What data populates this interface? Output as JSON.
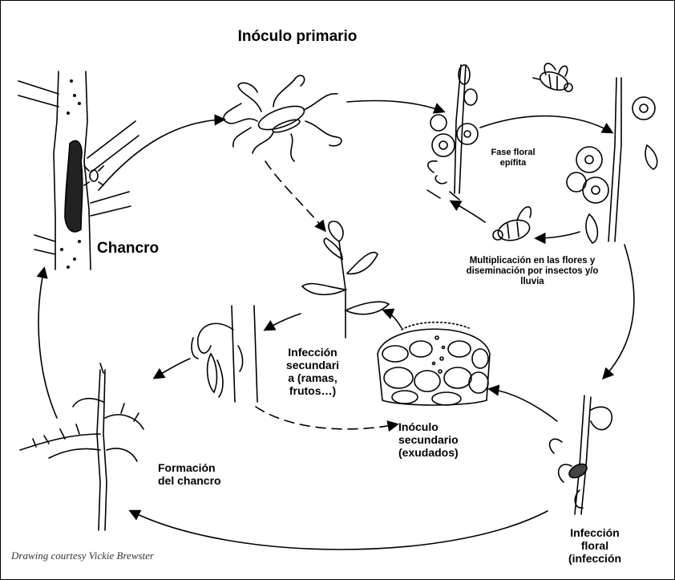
{
  "labels": {
    "title": "Inóculo primario",
    "chancro": "Chancro",
    "fase_floral": "Fase floral\nepífita",
    "multiplicacion": "Multiplicación en las flores y\ndiseminación por insectos y/o\nlluvia",
    "infeccion_secundaria": "Infección\nsecundari\na (ramas,\nfrutos…)",
    "inoculo_secundario": "Inóculo\nsecundario\n(exudados)",
    "formacion": "Formación\ndel chancro",
    "infeccion_floral": "Infección\nfloral\n(infección"
  },
  "credit": "Drawing courtesy Vickie Brewster"
}
